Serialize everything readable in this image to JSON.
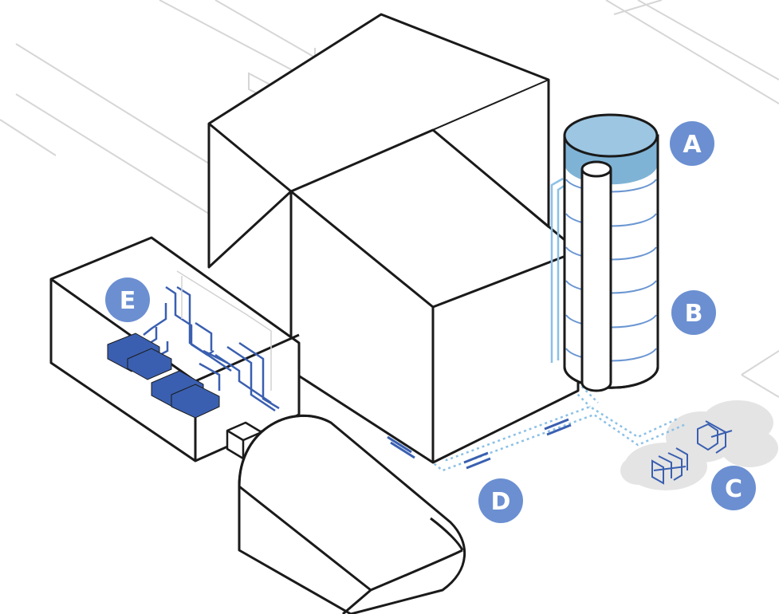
{
  "colors": {
    "background": "#ffffff",
    "outline": "#1a1a1a",
    "context_lines": "#d2d2d2",
    "label_fill": "#6b8fd1",
    "label_text": "#ffffff",
    "tank_top": "#7fb3d6",
    "tank_rings": "#6a96d2",
    "equipment": "#3a5fb0",
    "piping": "#3a5fb0",
    "trench": "#8cc0e6",
    "cloud": "#e3e3e3"
  },
  "icons": {
    "tank": "cylindrical-storage-tank-icon",
    "equipment": "pump-equipment-icon",
    "cloud": "cloud-icon"
  },
  "labels": {
    "a": "A",
    "b": "B",
    "c": "C",
    "d": "D",
    "e": "E"
  }
}
